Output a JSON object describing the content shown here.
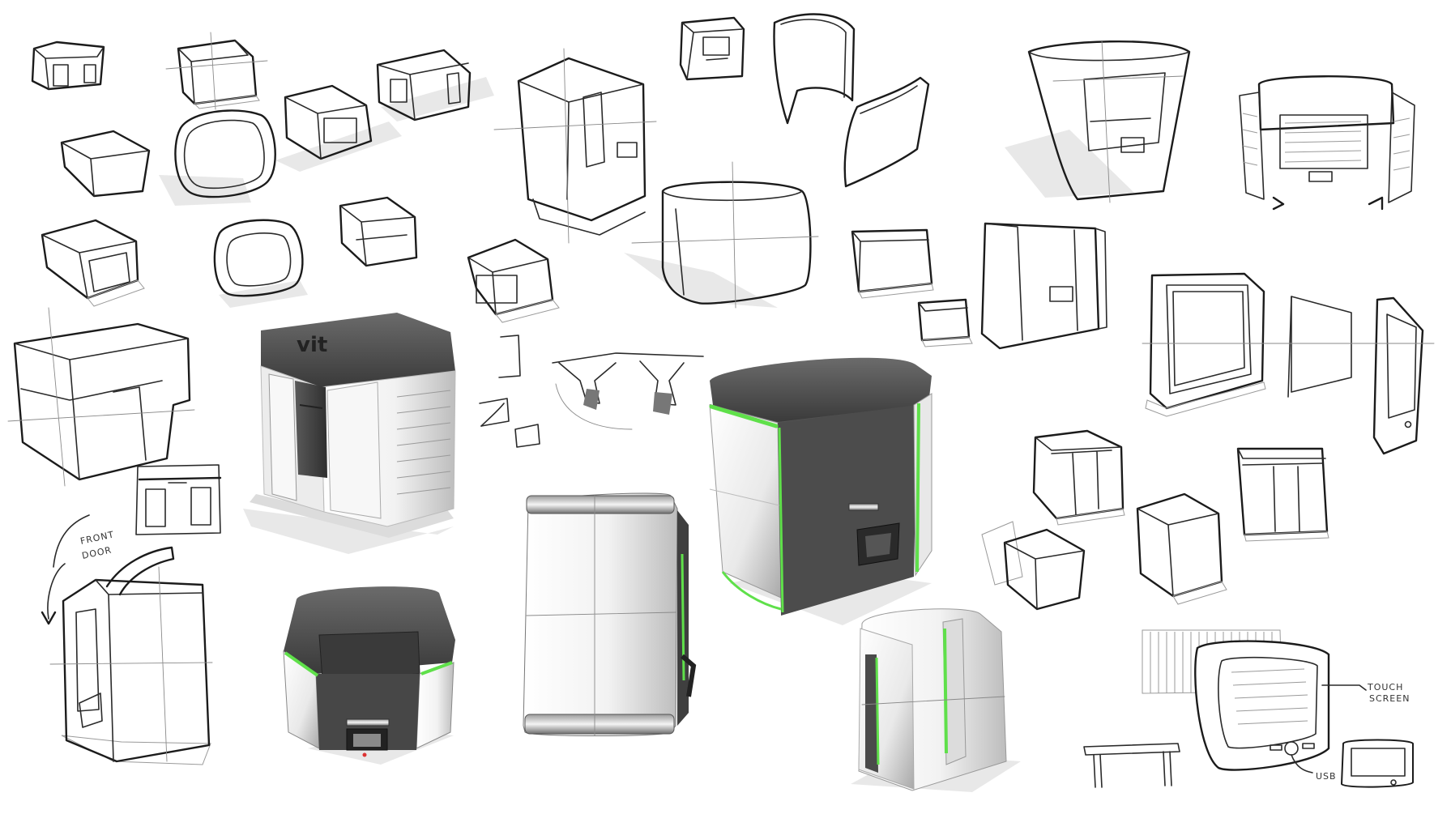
{
  "labels": {
    "logo": "vit",
    "front_door_1": "FRONT",
    "front_door_2": "DOOR",
    "touch_screen_1": "TOUCH",
    "touch_screen_2": "SCREEN",
    "usb": "USB"
  },
  "colors": {
    "paper": "#ffffff",
    "ink": "#2a2a2a",
    "accent_green": "#5fe04a",
    "dark_panel": "#4a4a4a",
    "light_panel": "#eeeeee"
  }
}
